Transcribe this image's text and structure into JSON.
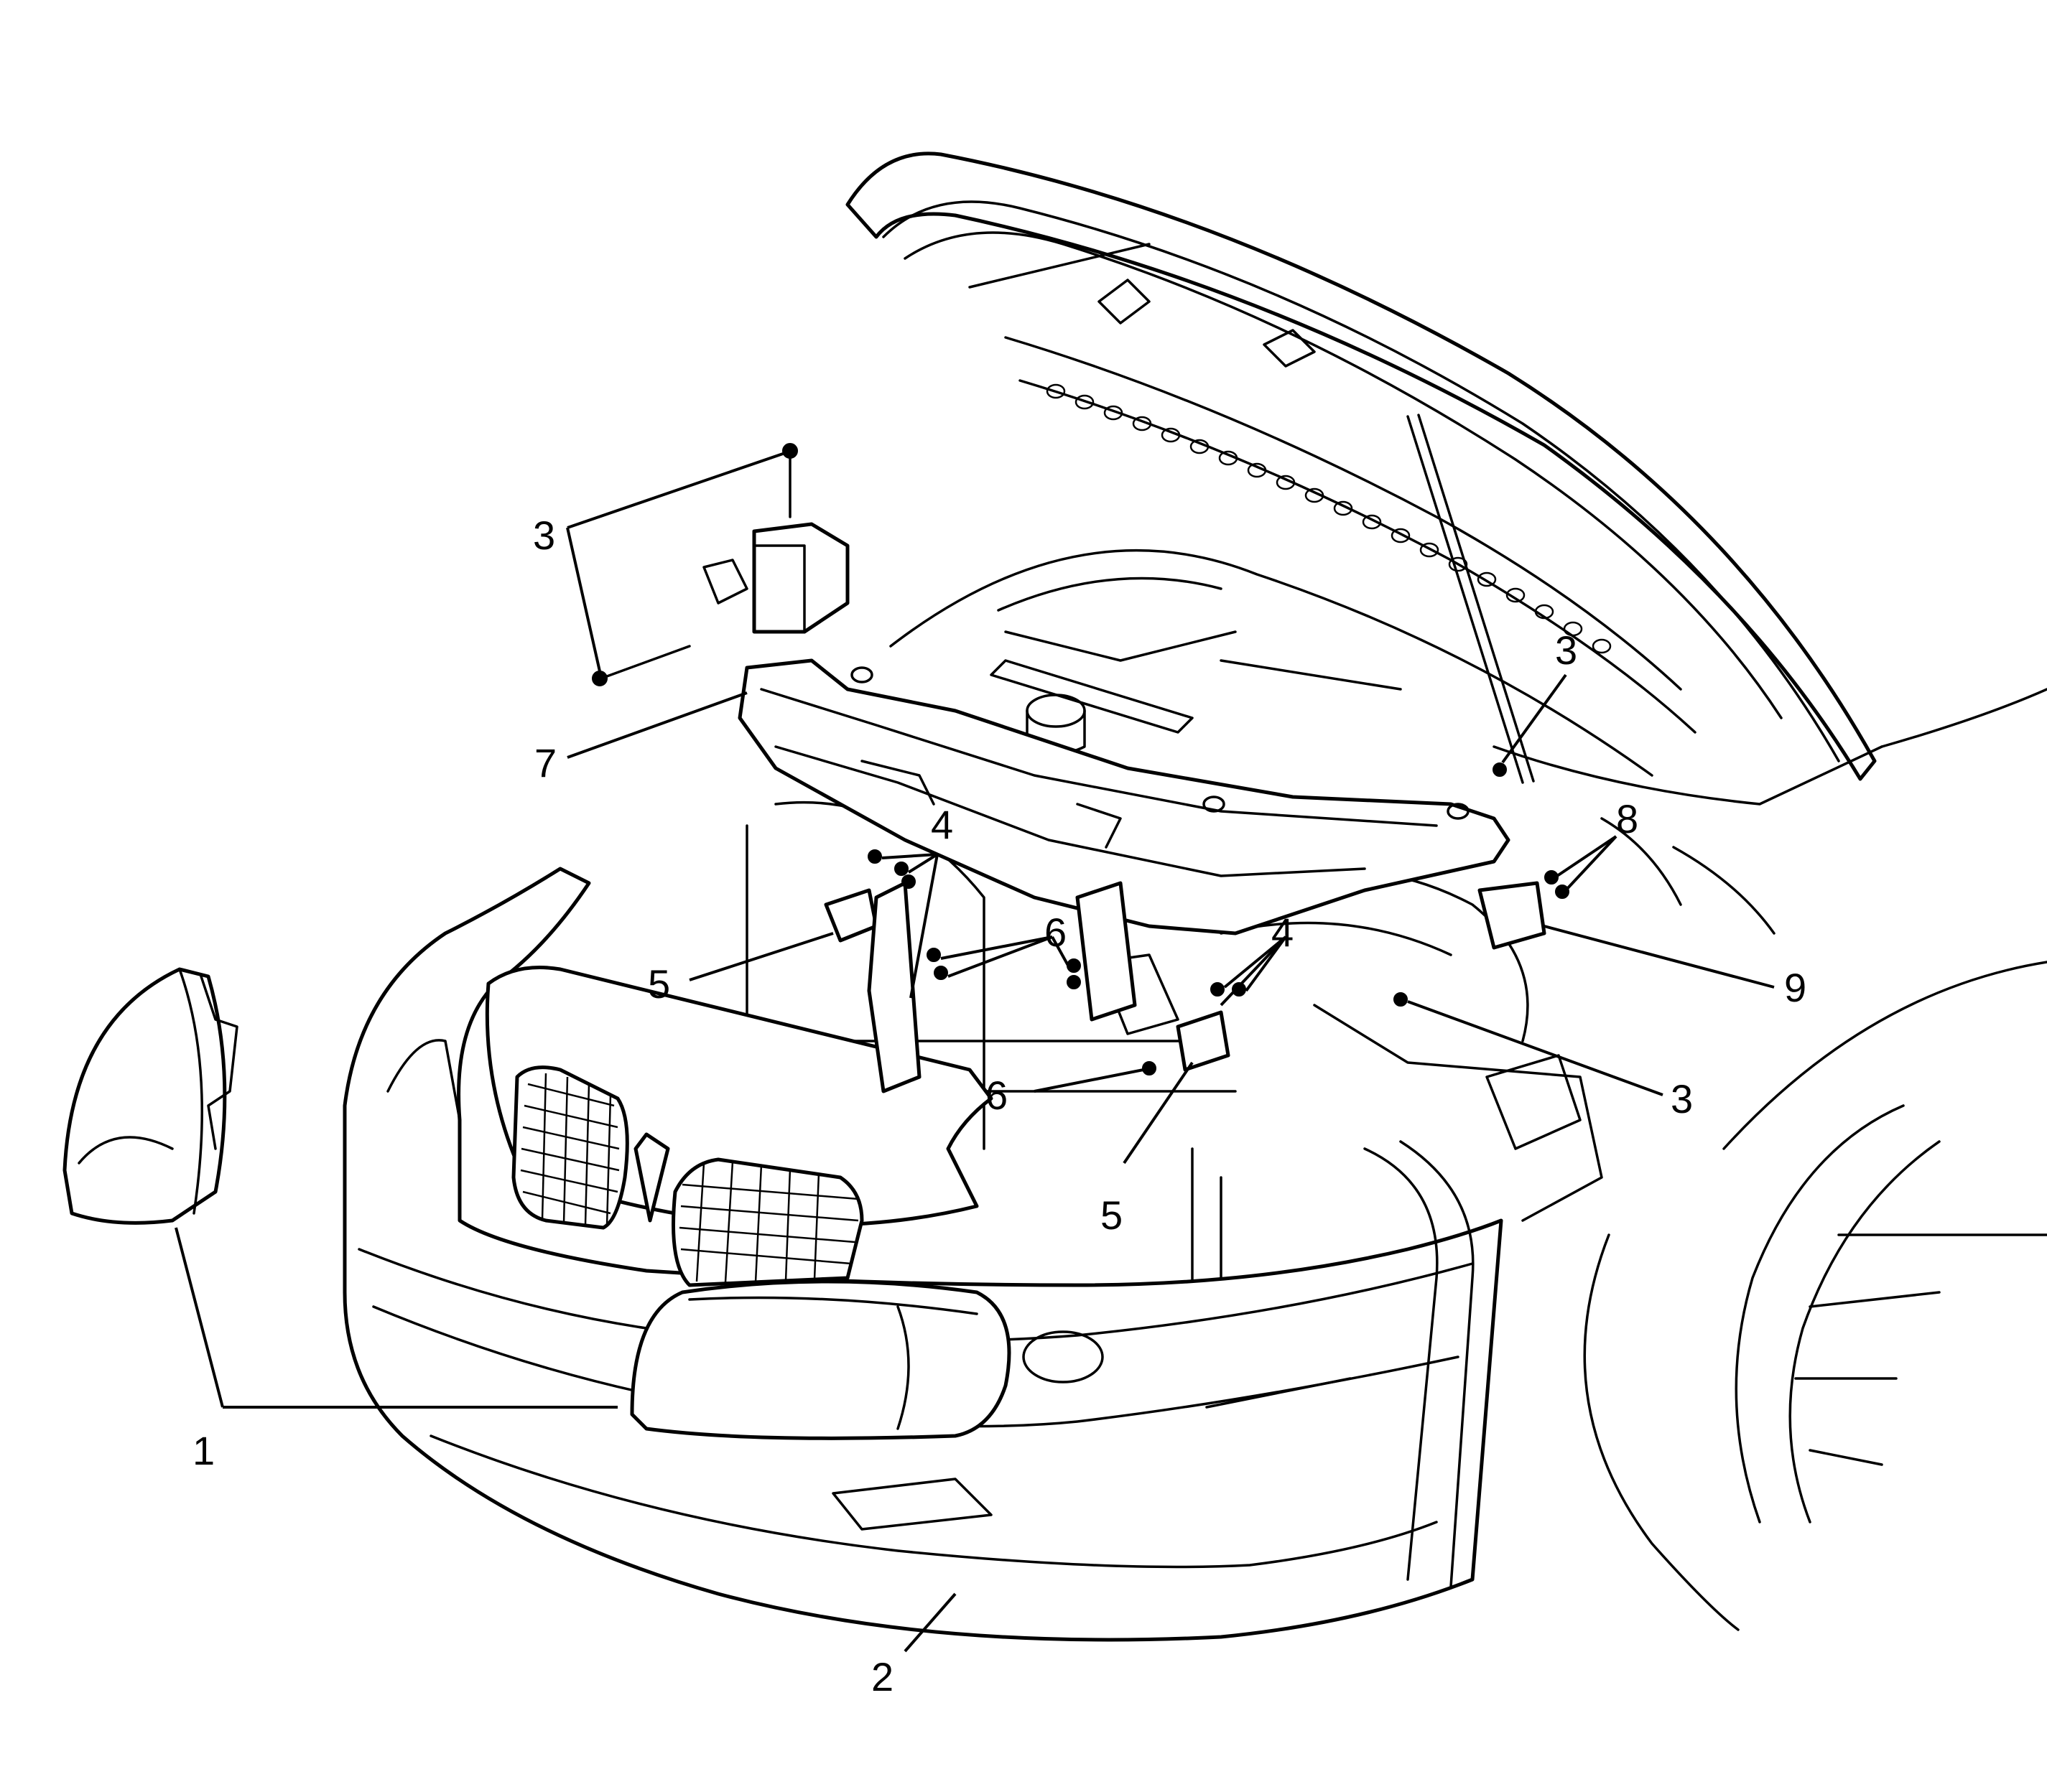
{
  "callouts": {
    "c1": "1",
    "c2": "2",
    "c3a": "3",
    "c3b": "3",
    "c3c": "3",
    "c4a": "4",
    "c4b": "4",
    "c5a": "5",
    "c5b": "5",
    "c6a": "6",
    "c6b": "6",
    "c7": "7",
    "c8": "8",
    "c9": "9"
  },
  "colors": {
    "line": "#000000",
    "background": "#ffffff"
  }
}
